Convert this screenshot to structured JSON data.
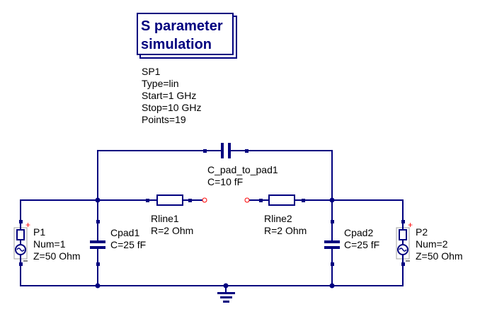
{
  "simulation": {
    "title_line1": "S parameter",
    "title_line2": "simulation",
    "name": "SP1",
    "params": [
      "Type=lin",
      "Start=1 GHz",
      "Stop=10 GHz",
      "Points=19"
    ]
  },
  "components": {
    "c_pad_to_pad": {
      "name": "C_pad_to_pad1",
      "value": "C=10 fF"
    },
    "rline1": {
      "name": "Rline1",
      "value": "R=2 Ohm"
    },
    "rline2": {
      "name": "Rline2",
      "value": "R=2 Ohm"
    },
    "cpad1": {
      "name": "Cpad1",
      "value": "C=25 fF"
    },
    "cpad2": {
      "name": "Cpad2",
      "value": "C=25 fF"
    },
    "p1": {
      "name": "P1",
      "num": "Num=1",
      "z": "Z=50 Ohm"
    },
    "p2": {
      "name": "P2",
      "num": "Num=2",
      "z": "Z=50 Ohm"
    }
  },
  "colors": {
    "wire": "#00007f",
    "open_port": "#ff0000",
    "port_box": "#a0a0a0"
  }
}
